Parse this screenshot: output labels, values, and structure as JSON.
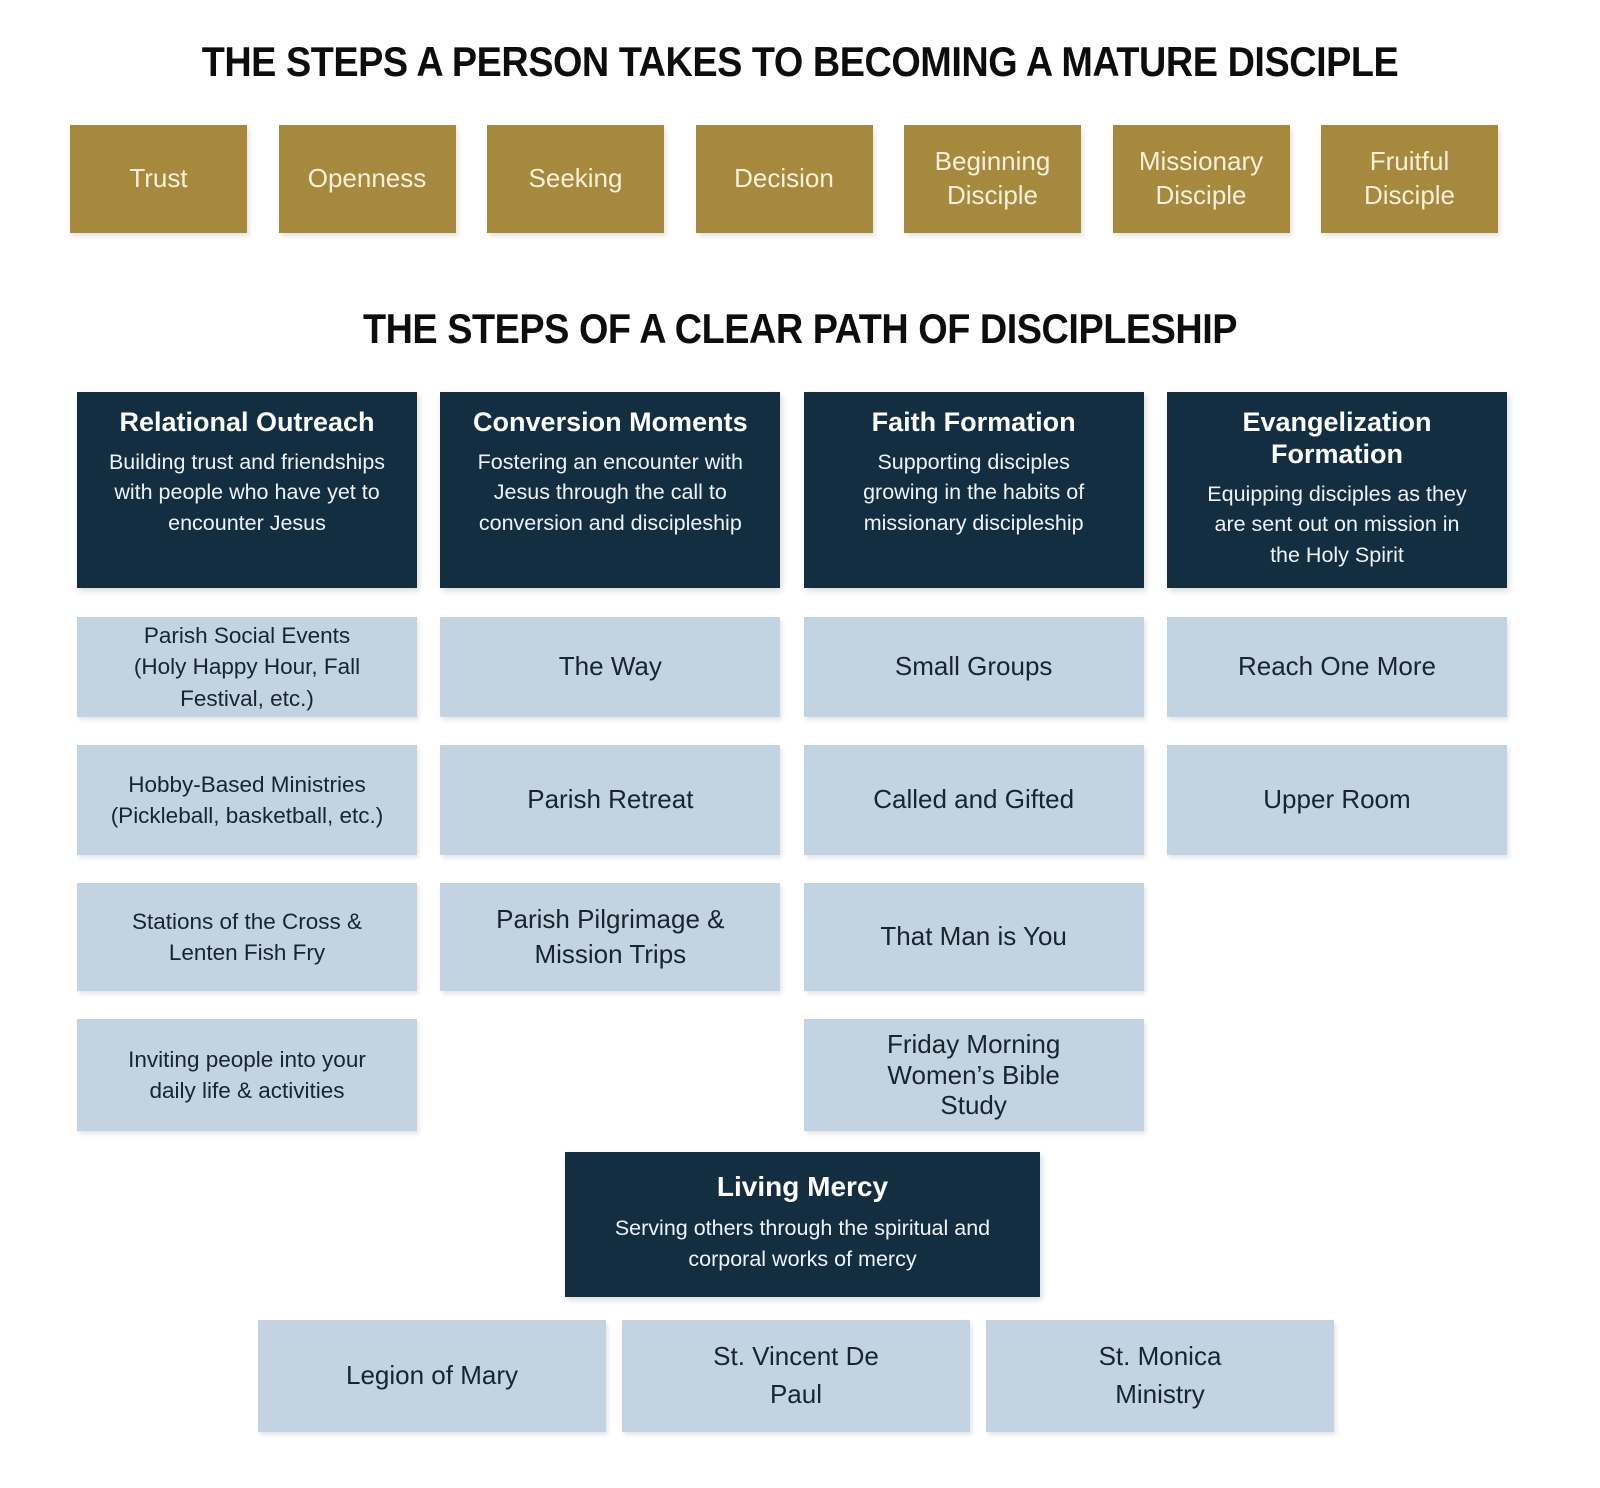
{
  "colors": {
    "background": "#ffffff",
    "gold": "#a6893d",
    "gold_text": "#f6f0da",
    "navy": "#132e40",
    "light_blue": "#c2d3e1",
    "cell_text": "#19242f"
  },
  "maturity": {
    "title": "THE STEPS A PERSON TAKES TO BECOMING A MATURE DISCIPLE",
    "steps": [
      "Trust",
      "Openness",
      "Seeking",
      "Decision",
      "Beginning Disciple",
      "Missionary Disciple",
      "Fruitful Disciple"
    ]
  },
  "path": {
    "title": "THE STEPS OF A CLEAR PATH OF DISCIPLESHIP",
    "columns": [
      {
        "header": "Relational Outreach",
        "description": "Building trust and friendships with people who have yet to encounter Jesus",
        "items": [
          "Parish Social Events (Holy Happy Hour, Fall Festival, etc.)",
          "Hobby-Based Ministries (Pickleball, basketball, etc.)",
          "Stations of the Cross & Lenten Fish Fry",
          "Inviting people into your daily life & activities"
        ]
      },
      {
        "header": "Conversion Moments",
        "description": "Fostering an encounter with Jesus through the call to conversion and discipleship",
        "items": [
          "The Way",
          "Parish Retreat",
          "Parish Pilgrimage & Mission Trips"
        ]
      },
      {
        "header": "Faith Formation",
        "description": "Supporting disciples growing in the habits of missionary discipleship",
        "items": [
          "Small Groups",
          "Called and Gifted",
          "That Man is You",
          "Friday Morning Women’s Bible Study"
        ]
      },
      {
        "header": "Evangelization Formation",
        "description": "Equipping disciples as they are sent out on mission in the Holy Spirit",
        "items": [
          "Reach One More",
          "Upper Room"
        ]
      }
    ]
  },
  "mercy": {
    "header": "Living Mercy",
    "description": "Serving others through the spiritual and corporal works of mercy",
    "ministries": [
      "Legion of Mary",
      "St. Vincent De Paul",
      "St. Monica Ministry"
    ]
  }
}
